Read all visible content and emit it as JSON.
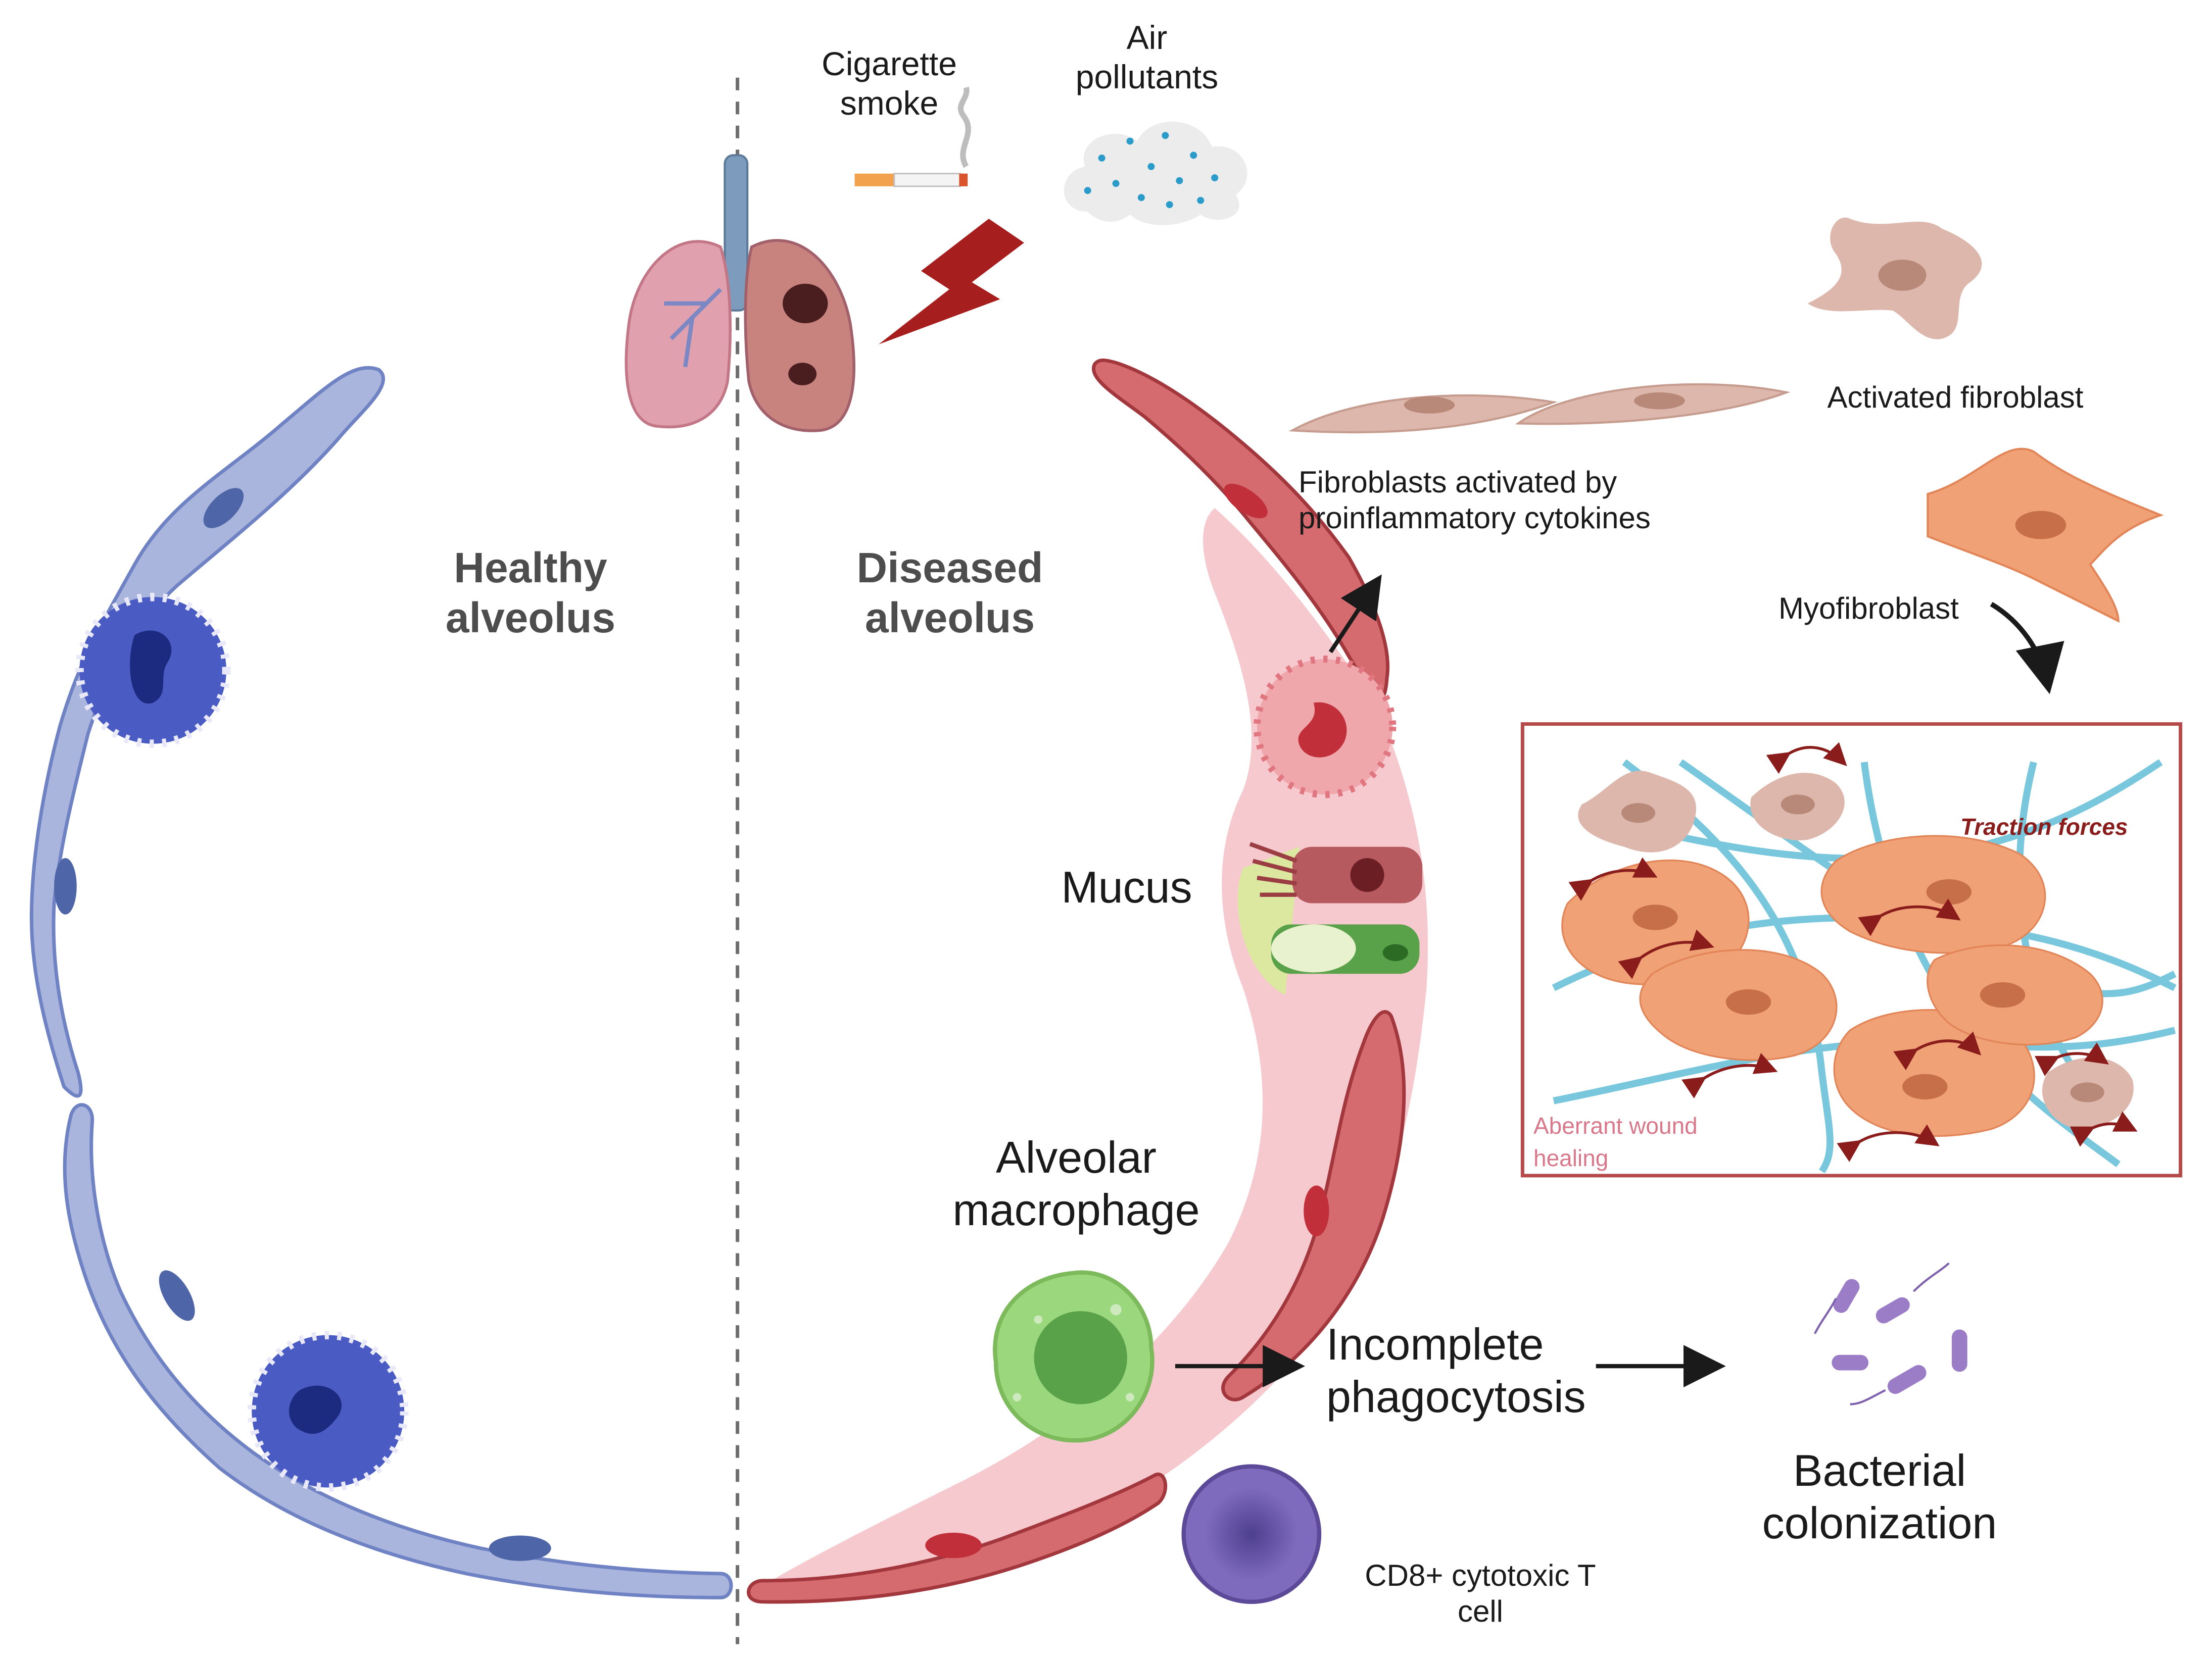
{
  "labels": {
    "healthy_line1": "Healthy",
    "healthy_line2": "alveolus",
    "diseased_line1": "Diseased",
    "diseased_line2": "alveolus",
    "cigarette_line1": "Cigarette",
    "cigarette_line2": "smoke",
    "air_line1": "Air",
    "air_line2": "pollutants",
    "activated_fibroblast": "Activated fibroblast",
    "fib_activated_line1": "Fibroblasts activated by",
    "fib_activated_line2": "proinflammatory cytokines",
    "myofibroblast": "Myofibroblast",
    "traction_forces": "Traction forces",
    "aberrant_line1": "Aberrant wound",
    "aberrant_line2": "healing",
    "mucus": "Mucus",
    "macrophage_line1": "Alveolar",
    "macrophage_line2": "macrophage",
    "incomplete_line1": "Incomplete",
    "incomplete_line2": "phagocytosis",
    "bacterial_line1": "Bacterial",
    "bacterial_line2": "colonization",
    "cd8_line1": "CD8+ cytotoxic T",
    "cd8_line2": "cell"
  },
  "icons": {
    "lungs": "lungs-icon",
    "cigarette": "cigarette-icon",
    "pollution": "pollution-cloud-icon",
    "lightning": "lightning-bolt-icon",
    "macrophage": "macrophage-cell-icon",
    "t_cell": "t-cell-icon",
    "bacteria": "bacteria-icon",
    "fibroblast": "fibroblast-cell-icon",
    "myofibroblast": "myofibroblast-cell-icon"
  },
  "colors": {
    "healthy_membrane": "#a9b5dc",
    "healthy_outline": "#6f82c3",
    "healthy_nucleus": "#4e66a8",
    "healthy_macrophage": "#4a5cc4",
    "diseased_membrane": "#d66b6f",
    "diseased_outline": "#a2383d",
    "diseased_nucleus": "#c02f3a",
    "inflammation": "#f5c3c9",
    "macrophage_green": "#9bd77c",
    "t_cell": "#6a55a8",
    "bacteria": "#9b7cc7",
    "fibroblast": "#ddb7ab",
    "myofibroblast": "#f0a176",
    "ecm_fiber": "#79c7dc",
    "box_border": "#b64a4a",
    "lightning": "#a61e1e",
    "traction_text": "#8a1c1c"
  }
}
